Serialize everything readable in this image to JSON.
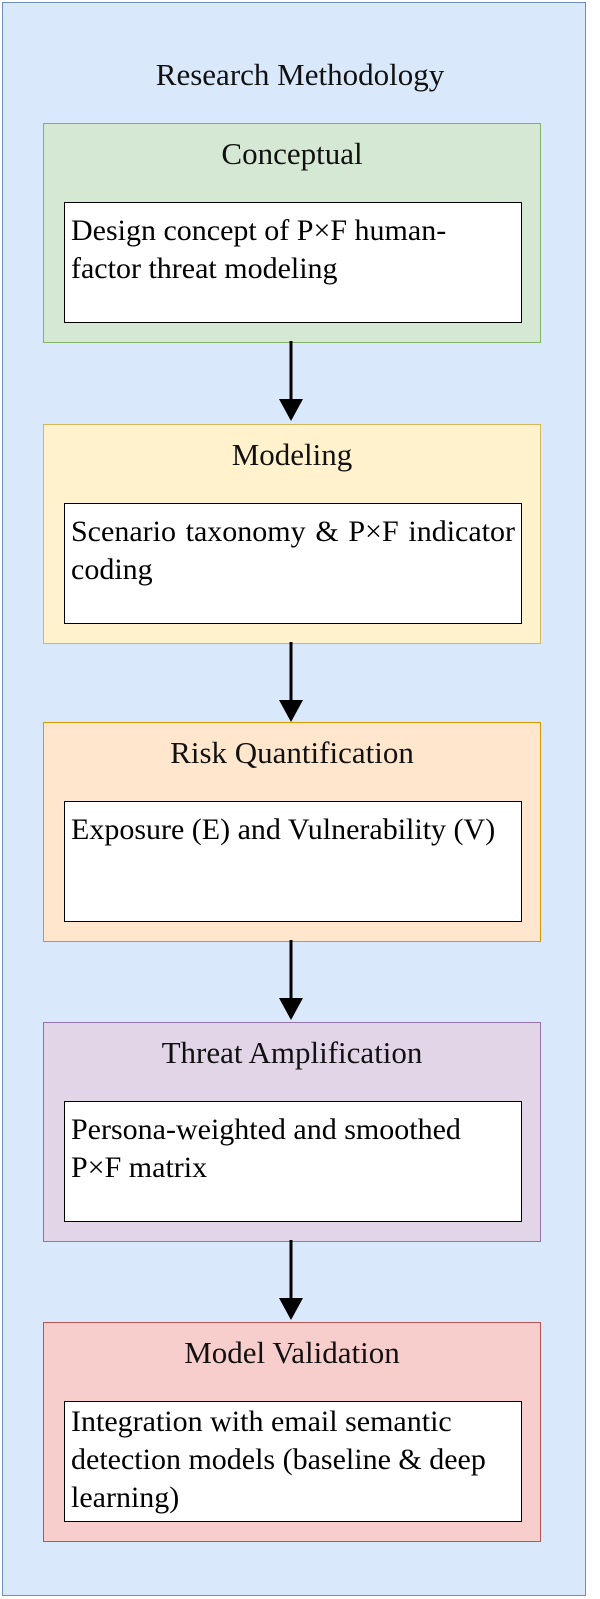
{
  "diagram": {
    "title": "Research Methodology",
    "stages": [
      {
        "heading": "Conceptual",
        "text": "Design concept of P×F human-factor threat modeling",
        "fill": "#d5e8d4",
        "stroke": "#82b366"
      },
      {
        "heading": "Modeling",
        "text": "Scenario taxonomy & P×F indicator coding",
        "fill": "#fff2cc",
        "stroke": "#d6b656"
      },
      {
        "heading": "Risk Quantification",
        "text": "Exposure (E) and Vulnerability (V)",
        "fill": "#ffe6cc",
        "stroke": "#d79b00"
      },
      {
        "heading": "Threat Amplification",
        "text": "Persona-weighted and smoothed P×F matrix",
        "fill": "#e1d5e7",
        "stroke": "#9673a6"
      },
      {
        "heading": "Model Validation",
        "text": "Integration with email semantic detection models (baseline & deep learning)",
        "fill": "#f8cecc",
        "stroke": "#b85450"
      }
    ],
    "arrows": [
      "down-arrow",
      "down-arrow",
      "down-arrow",
      "down-arrow"
    ],
    "background": "#dae8fc",
    "border": "#6c8ebf"
  }
}
